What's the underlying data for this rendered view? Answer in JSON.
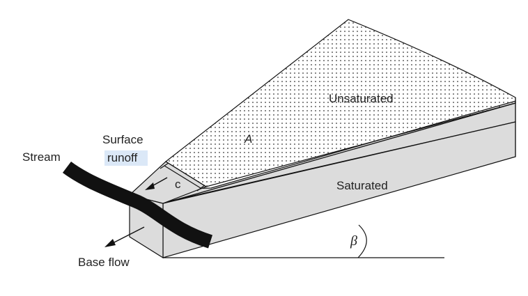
{
  "diagram": {
    "labels": {
      "stream": "Stream",
      "surface": "Surface",
      "runoff": "runoff",
      "c": "c",
      "a": "A",
      "unsaturated": "Unsaturated",
      "saturated": "Saturated",
      "beta": "β",
      "base_flow": "Base flow"
    },
    "colors": {
      "saturated_fill": "#dcdcdc",
      "unsaturated_fill": "#ffffff",
      "dot": "#333333",
      "outline": "#111111",
      "stream": "#111111",
      "runoff_highlight": "#dbe8f7"
    }
  }
}
